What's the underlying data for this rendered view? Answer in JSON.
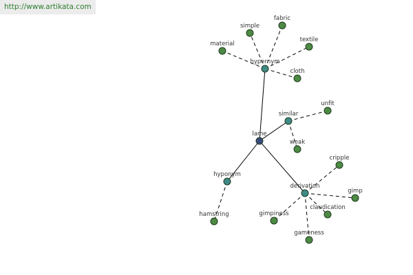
{
  "site": {
    "url_text": "http://www.artikata.com"
  },
  "colors": {
    "root_node": "#3b4a7c",
    "relation_node": "#3f8a87",
    "word_node": "#4d8a44",
    "link_bar_bg": "#ececec",
    "link_text": "#2e7d2e"
  },
  "graph": {
    "root": {
      "id": "lame",
      "label": "lame"
    },
    "relations": [
      {
        "id": "hypernym",
        "label": "hypernym",
        "words": [
          {
            "id": "material",
            "label": "material"
          },
          {
            "id": "simple",
            "label": "simple"
          },
          {
            "id": "fabric",
            "label": "fabric"
          },
          {
            "id": "textile",
            "label": "textile"
          },
          {
            "id": "cloth",
            "label": "cloth"
          }
        ]
      },
      {
        "id": "similar",
        "label": "similar",
        "words": [
          {
            "id": "unfit",
            "label": "unfit"
          },
          {
            "id": "weak",
            "label": "weak"
          }
        ]
      },
      {
        "id": "hyponym",
        "label": "hyponym",
        "words": [
          {
            "id": "hamstring",
            "label": "hamstring"
          }
        ]
      },
      {
        "id": "derivation",
        "label": "derivation",
        "words": [
          {
            "id": "cripple",
            "label": "cripple"
          },
          {
            "id": "gimp",
            "label": "gimp"
          },
          {
            "id": "claudication",
            "label": "claudication"
          },
          {
            "id": "gimpiness",
            "label": "gimpiness"
          },
          {
            "id": "gameness",
            "label": "gameness"
          }
        ]
      }
    ]
  }
}
